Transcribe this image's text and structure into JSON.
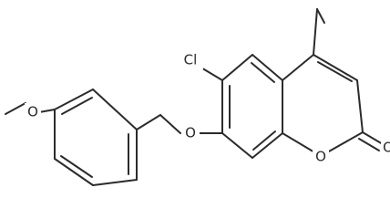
{
  "molecule": {
    "atom_labels": {
      "cl": "Cl",
      "o_ether": "O",
      "o_ring": "O",
      "o_carbonyl": "O",
      "o_methoxy": "O"
    }
  }
}
